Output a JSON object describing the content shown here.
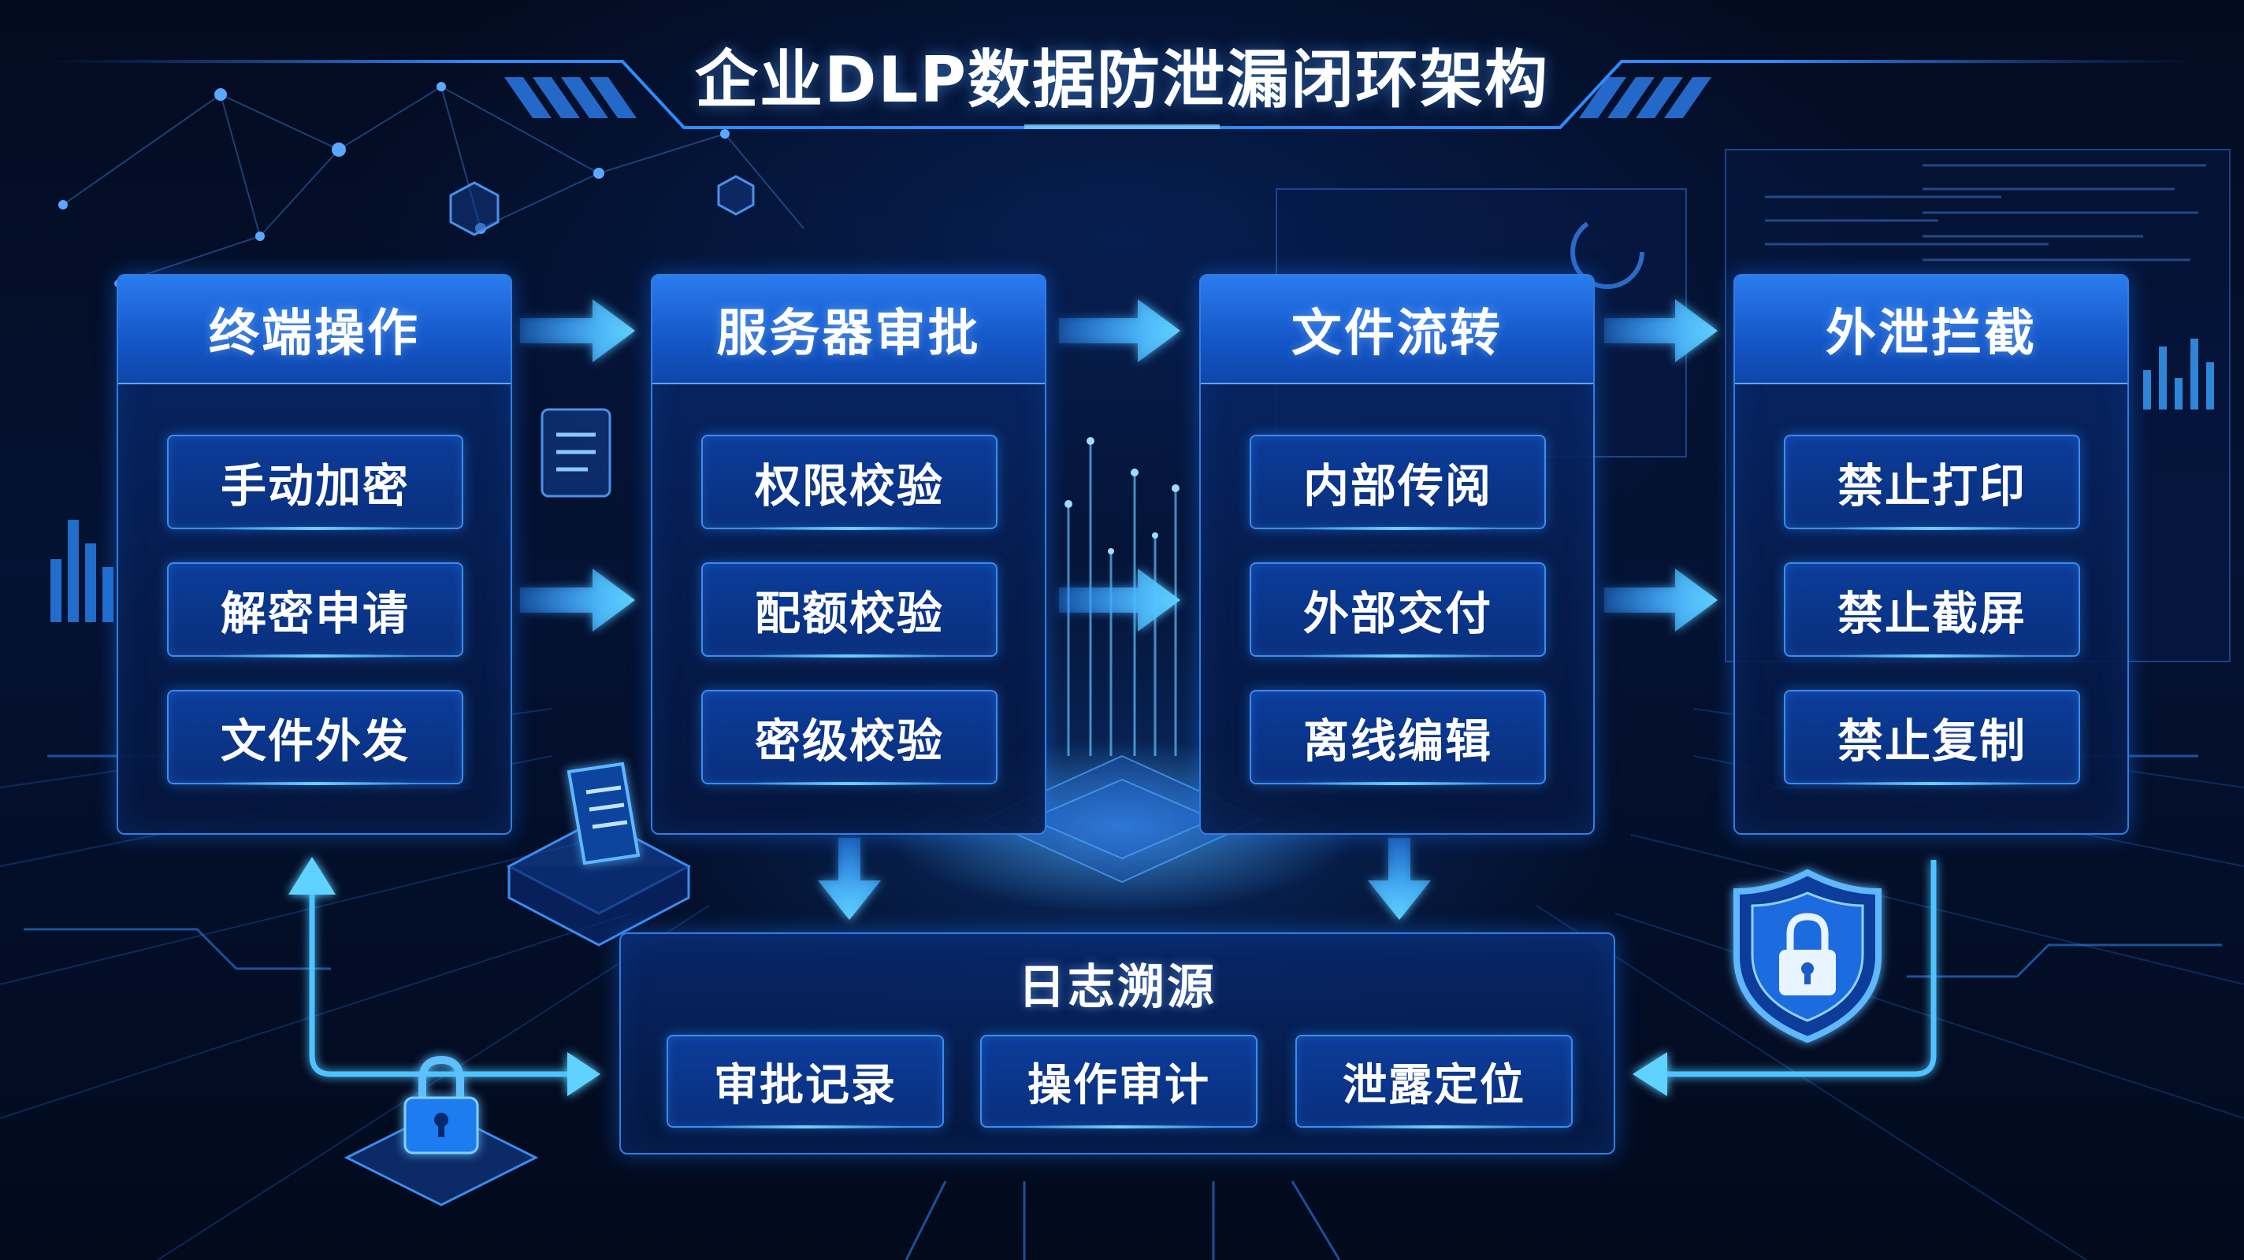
{
  "title": "企业DLP数据防泄漏闭环架构",
  "stages": [
    {
      "title": "终端操作",
      "items": [
        "手动加密",
        "解密申请",
        "文件外发"
      ]
    },
    {
      "title": "服务器审批",
      "items": [
        "权限校验",
        "配额校验",
        "密级校验"
      ]
    },
    {
      "title": "文件流转",
      "items": [
        "内部传阅",
        "外部交付",
        "离线编辑"
      ]
    },
    {
      "title": "外泄拦截",
      "items": [
        "禁止打印",
        "禁止截屏",
        "禁止复制"
      ]
    }
  ],
  "log": {
    "title": "日志溯源",
    "items": [
      "审批记录",
      "操作审计",
      "泄露定位"
    ]
  },
  "icons": [
    "lock-icon",
    "shield-lock-icon",
    "document-icon",
    "arrow-right-icon",
    "arrow-down-icon"
  ],
  "colors": {
    "background": "#020816",
    "panel_header": "#1a62d6",
    "panel_border": "#2f7fe0",
    "arrow": "#3fb4ff",
    "connector": "#4fc3ff"
  }
}
